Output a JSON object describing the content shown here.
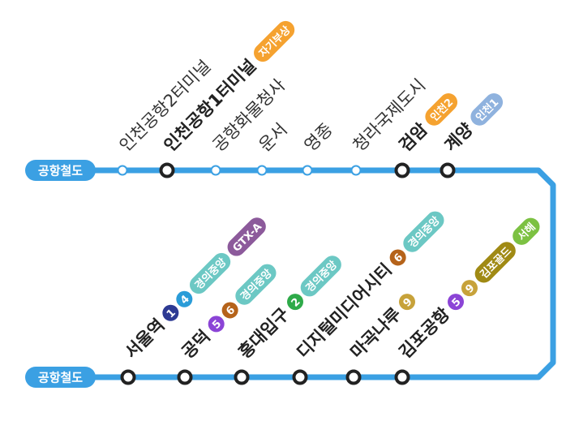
{
  "line_name": "공항철도",
  "line_color": "#3BA0E3",
  "upper": [
    {
      "name": "인천공항2터미널",
      "major": false,
      "transfers": []
    },
    {
      "name": "인천공항1터미널",
      "major": true,
      "transfers": [
        {
          "label": "자기부상",
          "color": "#F5A230",
          "shape": "pill"
        }
      ]
    },
    {
      "name": "공항화물청사",
      "major": false,
      "transfers": []
    },
    {
      "name": "운서",
      "major": false,
      "transfers": []
    },
    {
      "name": "영종",
      "major": false,
      "transfers": []
    },
    {
      "name": "청라국제도시",
      "major": false,
      "transfers": []
    },
    {
      "name": "검암",
      "major": true,
      "transfers": [
        {
          "label": "인천2",
          "color": "#F5A230",
          "shape": "pill"
        }
      ]
    },
    {
      "name": "계양",
      "major": true,
      "transfers": [
        {
          "label": "인천1",
          "color": "#8FB2DE",
          "shape": "pill"
        }
      ]
    }
  ],
  "lower": [
    {
      "name": "서울역",
      "major": true,
      "transfers": [
        {
          "label": "1",
          "color": "#2D3A93",
          "shape": "circle"
        },
        {
          "label": "4",
          "color": "#2A9CD8",
          "shape": "circle"
        },
        {
          "label": "경의중앙",
          "color": "#6CC8C4",
          "shape": "pill"
        },
        {
          "label": "GTX-A",
          "color": "#8C5A9B",
          "shape": "pill"
        }
      ]
    },
    {
      "name": "공덕",
      "major": true,
      "transfers": [
        {
          "label": "5",
          "color": "#8B44D6",
          "shape": "circle"
        },
        {
          "label": "6",
          "color": "#B5631A",
          "shape": "circle"
        },
        {
          "label": "경의중앙",
          "color": "#6CC8C4",
          "shape": "pill"
        }
      ]
    },
    {
      "name": "홍대입구",
      "major": true,
      "transfers": [
        {
          "label": "2",
          "color": "#2EAA49",
          "shape": "circle"
        },
        {
          "label": "경의중앙",
          "color": "#6CC8C4",
          "shape": "pill"
        }
      ]
    },
    {
      "name": "디지털미디어시티",
      "major": true,
      "transfers": [
        {
          "label": "6",
          "color": "#B5631A",
          "shape": "circle"
        },
        {
          "label": "경의중앙",
          "color": "#6CC8C4",
          "shape": "pill"
        }
      ]
    },
    {
      "name": "마곡나루",
      "major": true,
      "transfers": [
        {
          "label": "9",
          "color": "#C7A23A",
          "shape": "circle"
        }
      ]
    },
    {
      "name": "김포공항",
      "major": true,
      "transfers": [
        {
          "label": "5",
          "color": "#8B44D6",
          "shape": "circle"
        },
        {
          "label": "9",
          "color": "#C7A23A",
          "shape": "circle"
        },
        {
          "label": "김포골드",
          "color": "#A08A14",
          "shape": "pill"
        },
        {
          "label": "서해",
          "color": "#7CC142",
          "shape": "pill"
        }
      ]
    }
  ]
}
